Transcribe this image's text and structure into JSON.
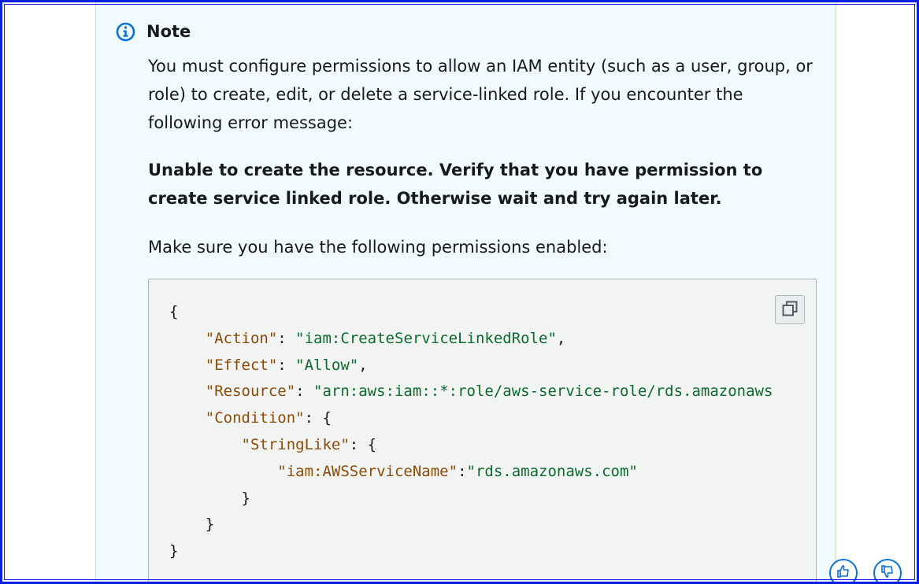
{
  "note": {
    "icon": "info-icon",
    "title": "Note",
    "paragraph1": "You must configure permissions to allow an IAM entity (such as a user, group, or role) to create, edit, or delete a service-linked role. If you encounter the following error message:",
    "error_message": "Unable to create the resource. Verify that you have permission to create service linked role. Otherwise wait and try again later.",
    "paragraph2": "Make sure you have the following permissions enabled:"
  },
  "code": {
    "open_brace": "{",
    "close_brace": "}",
    "action_key": "\"Action\"",
    "action_value": "\"iam:CreateServiceLinkedRole\"",
    "effect_key": "\"Effect\"",
    "effect_value": "\"Allow\"",
    "resource_key": "\"Resource\"",
    "resource_value": "\"arn:aws:iam::*:role/aws-service-role/rds.amazonaws",
    "condition_key": "\"Condition\"",
    "stringlike_key": "\"StringLike\"",
    "servicename_key": "\"iam:AWSServiceName\"",
    "servicename_value": "\"rds.amazonaws.com\"",
    "copy_icon": "copy-icon"
  },
  "feedback": {
    "thumbs_up_icon": "thumbs-up-icon",
    "thumbs_down_icon": "thumbs-down-icon"
  },
  "colors": {
    "note_background": "#f1faff",
    "info_blue": "#0972d3",
    "json_key": "#8a4b08",
    "json_string": "#0b6b2c",
    "frame": "#0a1fe0"
  }
}
